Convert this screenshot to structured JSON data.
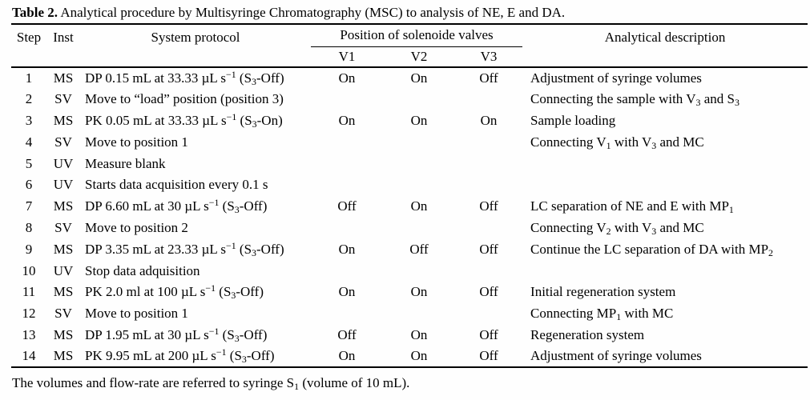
{
  "title": {
    "label": "Table 2.",
    "text": " Analytical procedure by Multisyringe Chromatography (MSC) to analysis of NE, E and DA."
  },
  "table": {
    "headers": {
      "step": "Step",
      "inst": "Inst",
      "protocol": "System protocol",
      "valves_group": "Position of solenoide valves",
      "v1": "V1",
      "v2": "V2",
      "v3": "V3",
      "description": "Analytical description"
    },
    "rows": [
      {
        "step": "1",
        "inst": "MS",
        "protocol": "DP 0.15 mL at 33.33 µL s<sup>−1</sup> (S<sub>3</sub>-Off)",
        "v1": "On",
        "v2": "On",
        "v3": "Off",
        "description": "Adjustment of syringe volumes"
      },
      {
        "step": "2",
        "inst": "SV",
        "protocol": "Move to “load” position (position 3)",
        "v1": "",
        "v2": "",
        "v3": "",
        "description": "Connecting the sample with V<sub>3</sub> and S<sub>3</sub>"
      },
      {
        "step": "3",
        "inst": "MS",
        "protocol": "PK 0.05 mL at 33.33 µL s<sup>−1</sup> (S<sub>3</sub>-On)",
        "v1": "On",
        "v2": "On",
        "v3": "On",
        "description": "Sample loading"
      },
      {
        "step": "4",
        "inst": "SV",
        "protocol": "Move to position 1",
        "v1": "",
        "v2": "",
        "v3": "",
        "description": "Connecting V<sub>1</sub> with V<sub>3</sub> and MC"
      },
      {
        "step": "5",
        "inst": "UV",
        "protocol": "Measure blank",
        "v1": "",
        "v2": "",
        "v3": "",
        "description": ""
      },
      {
        "step": "6",
        "inst": "UV",
        "protocol": "Starts data acquisition every 0.1 s",
        "v1": "",
        "v2": "",
        "v3": "",
        "description": ""
      },
      {
        "step": "7",
        "inst": "MS",
        "protocol": "DP 6.60 mL at 30 µL s<sup>−1</sup> (S<sub>3</sub>-Off)",
        "v1": "Off",
        "v2": "On",
        "v3": "Off",
        "description": "LC separation of NE and E with MP<sub>1</sub>"
      },
      {
        "step": "8",
        "inst": "SV",
        "protocol": "Move to position 2",
        "v1": "",
        "v2": "",
        "v3": "",
        "description": "Connecting V<sub>2</sub> with V<sub>3</sub> and MC"
      },
      {
        "step": "9",
        "inst": "MS",
        "protocol": "DP 3.35 mL at 23.33 µL s<sup>−1</sup> (S<sub>3</sub>-Off)",
        "v1": "On",
        "v2": "Off",
        "v3": "Off",
        "description": "Continue the LC separation of DA with MP<sub>2</sub>"
      },
      {
        "step": "10",
        "inst": "UV",
        "protocol": "Stop data adquisition",
        "v1": "",
        "v2": "",
        "v3": "",
        "description": ""
      },
      {
        "step": "11",
        "inst": "MS",
        "protocol": "PK 2.0 ml at 100 µL s<sup>−1</sup> (S<sub>3</sub>-Off)",
        "v1": "On",
        "v2": "On",
        "v3": "Off",
        "description": "Initial regeneration system"
      },
      {
        "step": "12",
        "inst": "SV",
        "protocol": "Move to position 1",
        "v1": "",
        "v2": "",
        "v3": "",
        "description": "Connecting MP<sub>1</sub> with MC"
      },
      {
        "step": "13",
        "inst": "MS",
        "protocol": "DP 1.95 mL at 30 µL s<sup>−1</sup> (S<sub>3</sub>-Off)",
        "v1": "Off",
        "v2": "On",
        "v3": "Off",
        "description": "Regeneration system"
      },
      {
        "step": "14",
        "inst": "MS",
        "protocol": "PK 9.95 mL at 200 µL s<sup>−1</sup> (S<sub>3</sub>-Off)",
        "v1": "On",
        "v2": "On",
        "v3": "Off",
        "description": "Adjustment of syringe volumes"
      }
    ]
  },
  "footnote": "The volumes and flow-rate are referred to syringe S<sub>1</sub> (volume of 10 mL)."
}
